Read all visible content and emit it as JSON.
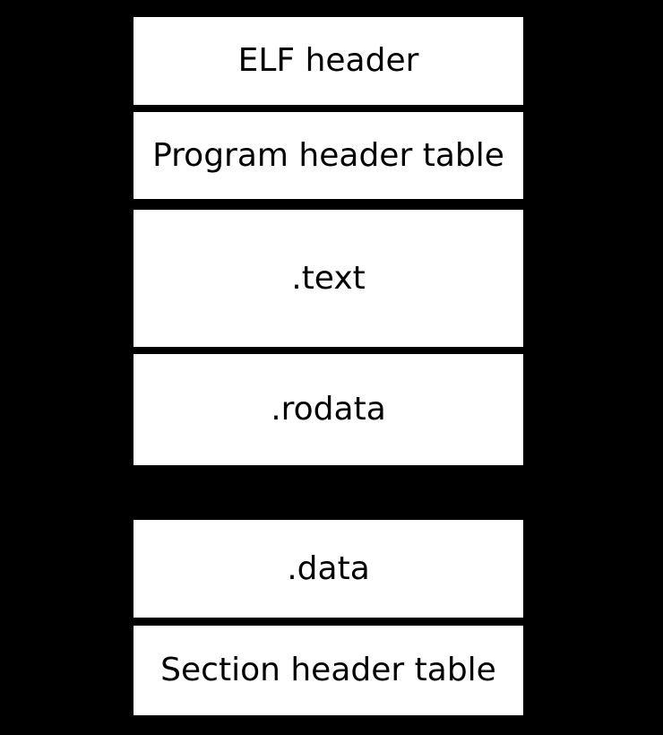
{
  "diagram": {
    "colors": {
      "background": "#000000",
      "box_fill": "#ffffff",
      "text": "#000000"
    },
    "boxes": [
      {
        "id": "elf-header",
        "label": "ELF header"
      },
      {
        "id": "program-header-table",
        "label": "Program header table"
      },
      {
        "id": "text-section",
        "label": ".text"
      },
      {
        "id": "rodata-section",
        "label": ".rodata"
      },
      {
        "id": "data-section",
        "label": ".data"
      },
      {
        "id": "section-header-table",
        "label": "Section header table"
      }
    ]
  }
}
